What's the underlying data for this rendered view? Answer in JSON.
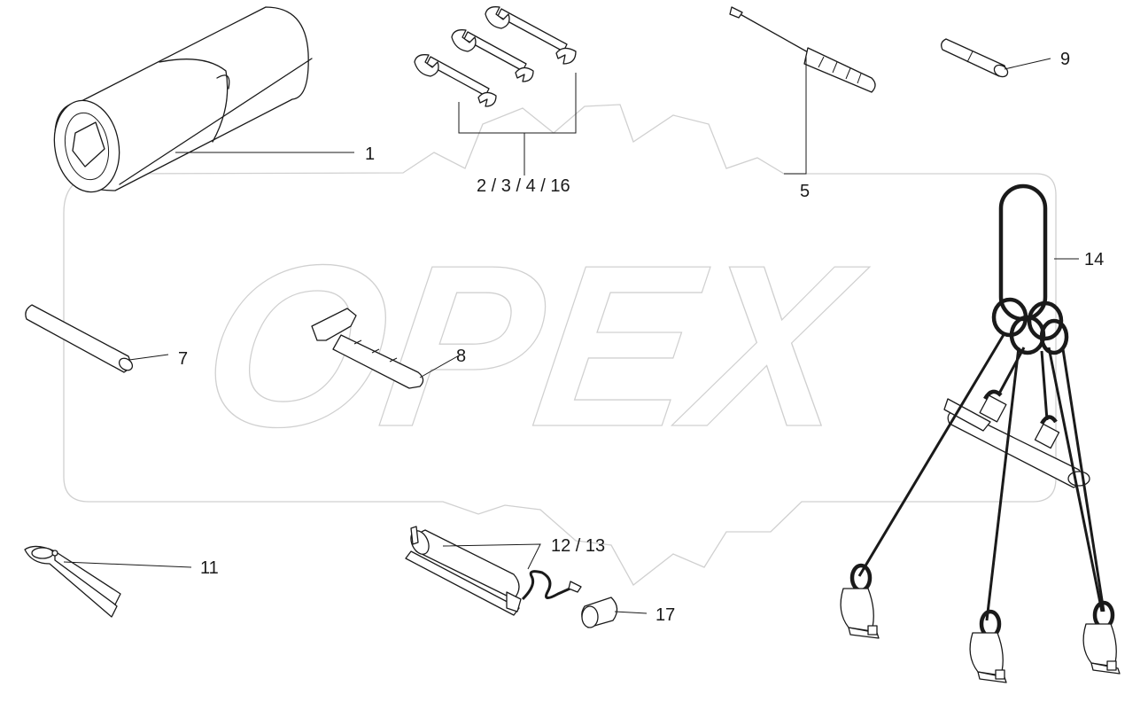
{
  "watermark": {
    "text": "OPEX"
  },
  "corner_mark": "",
  "callouts": [
    {
      "id": "c1",
      "label": "1"
    },
    {
      "id": "c2",
      "label": "2 / 3 / 4 / 16"
    },
    {
      "id": "c5",
      "label": "5"
    },
    {
      "id": "c9",
      "label": "9"
    },
    {
      "id": "c14",
      "label": "14"
    },
    {
      "id": "c7",
      "label": "7"
    },
    {
      "id": "c8",
      "label": "8"
    },
    {
      "id": "c11",
      "label": "11"
    },
    {
      "id": "c12",
      "label": "12 / 13"
    },
    {
      "id": "c17",
      "label": "17"
    }
  ]
}
